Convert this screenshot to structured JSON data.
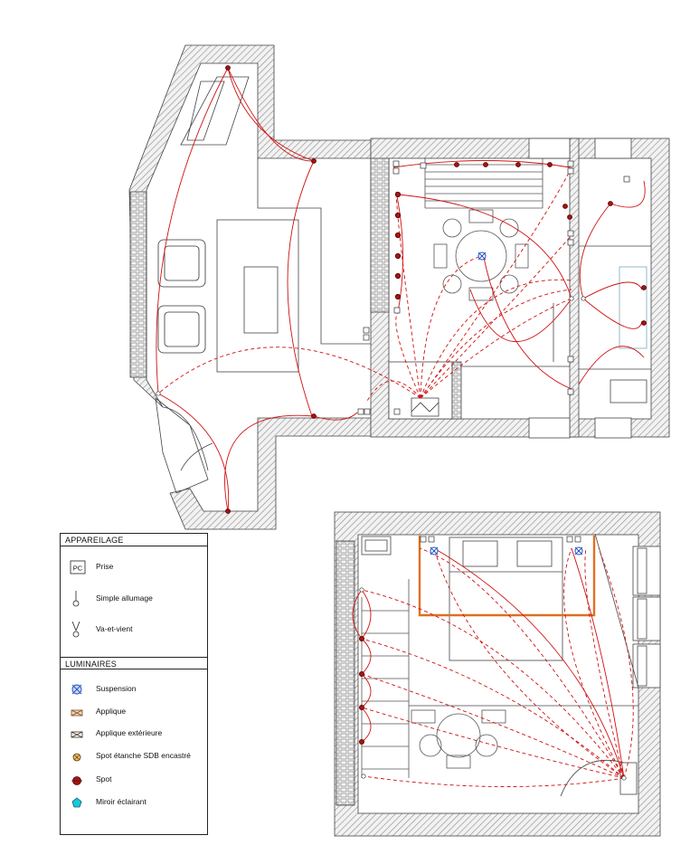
{
  "legend": {
    "section_appareillage": "APPAREILAGE",
    "section_luminaires": "LUMINAIRES",
    "prise_symbol_text": "PC",
    "items_appareillage": [
      {
        "icon": "socket-pc-icon",
        "label": "Prise"
      },
      {
        "icon": "simple-switch-icon",
        "label": "Simple allumage"
      },
      {
        "icon": "two-way-switch-icon",
        "label": "Va-et-vient"
      }
    ],
    "items_luminaires": [
      {
        "icon": "pendant-light-icon",
        "label": "Suspension",
        "color": "#3a6fd0"
      },
      {
        "icon": "wall-light-icon",
        "label": "Applique",
        "color": "#c07a3a"
      },
      {
        "icon": "outdoor-wall-light-icon",
        "label": "Applique extérieure",
        "color": "#7a4a2a"
      },
      {
        "icon": "waterproof-spot-icon",
        "label": "Spot étanche SDB encastré",
        "color": "#e0a020"
      },
      {
        "icon": "spot-icon",
        "label": "Spot",
        "color": "#a01818"
      },
      {
        "icon": "lit-mirror-icon",
        "label": "Miroir éclairant",
        "color": "#18c8d8"
      }
    ]
  },
  "colors": {
    "wiring": "#d01010",
    "wall_hatch": "#888888",
    "lines": "#555555"
  }
}
